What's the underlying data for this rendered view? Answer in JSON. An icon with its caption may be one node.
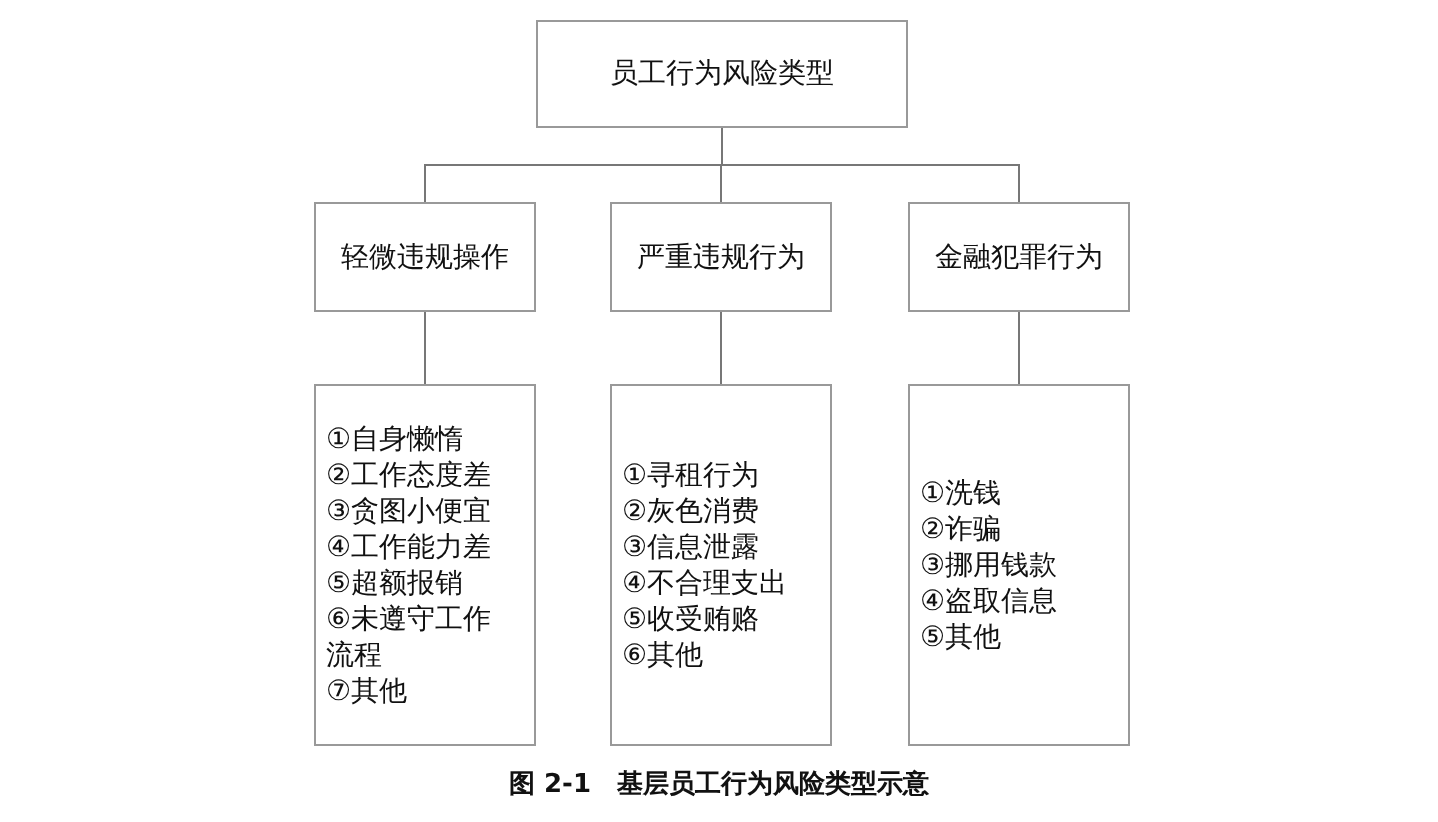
{
  "diagram": {
    "caption": "图 2-1　基层员工行为风险类型示意",
    "nodes": [
      {
        "text": [
          "员工行为风险类型"
        ]
      },
      {
        "text": [
          "轻微违规操作"
        ]
      },
      {
        "text": [
          "严重违规行为"
        ]
      },
      {
        "text": [
          "金融犯罪行为"
        ]
      },
      {
        "text": [
          "①自身懒惰",
          "②工作态度差",
          "③贪图小便宜",
          "④工作能力差",
          "⑤超额报销",
          "⑥未遵守工作流程",
          "⑦其他"
        ]
      },
      {
        "text": [
          "①寻租行为",
          "②灰色消费",
          "③信息泄露",
          "④不合理支出",
          "⑤收受贿赂",
          "⑥其他"
        ]
      },
      {
        "text": [
          "①洗钱",
          "②诈骗",
          "③挪用钱款",
          "④盗取信息",
          "⑤其他"
        ]
      }
    ],
    "edges": [
      {
        "from": 0,
        "to": 1,
        "arrow": "none"
      },
      {
        "from": 0,
        "to": 2,
        "arrow": "none"
      },
      {
        "from": 0,
        "to": 3,
        "arrow": "none"
      },
      {
        "from": 1,
        "to": 4,
        "arrow": "none"
      },
      {
        "from": 2,
        "to": 5,
        "arrow": "none"
      },
      {
        "from": 3,
        "to": 6,
        "arrow": "none"
      }
    ]
  }
}
